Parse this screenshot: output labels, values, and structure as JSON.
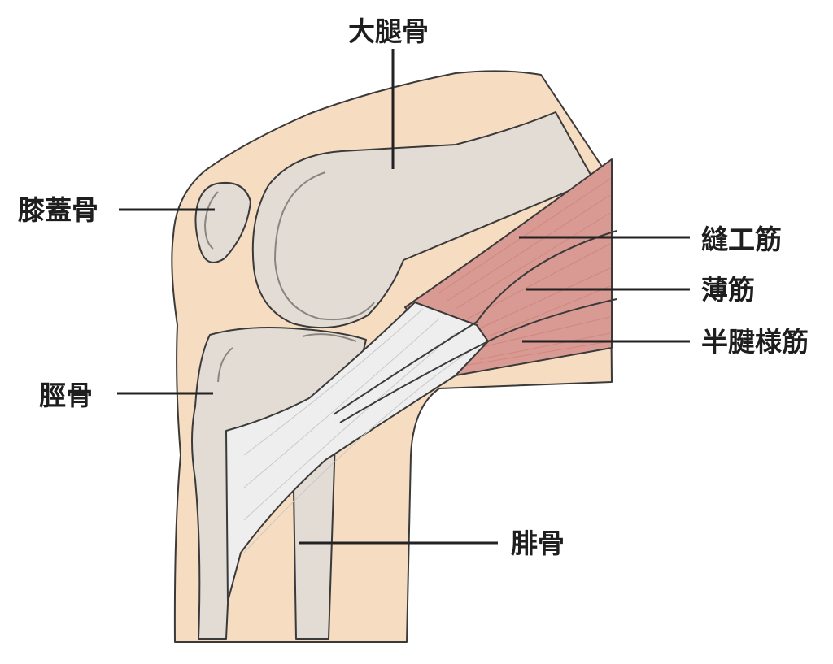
{
  "labels": {
    "femur": "大腿骨",
    "patella": "膝蓋骨",
    "tibia": "脛骨",
    "fibula": "腓骨",
    "sartorius": "縫工筋",
    "gracilis": "薄筋",
    "semitendinosus": "半腱様筋"
  },
  "colors": {
    "skin": "#f6dcc0",
    "bone": "#e3dcd5",
    "muscle": "#d99a93",
    "tendon": "#eeeeee",
    "outline": "#3a3a3a"
  }
}
